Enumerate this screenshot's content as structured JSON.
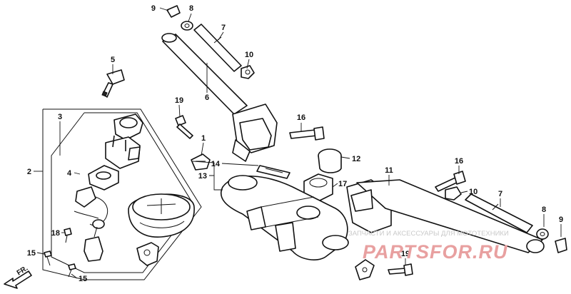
{
  "callouts": {
    "c1": "1",
    "c2": "2",
    "c3": "3",
    "c4": "4",
    "c5": "5",
    "c6": "6",
    "c7a": "7",
    "c7b": "7",
    "c8a": "8",
    "c8b": "8",
    "c9a": "9",
    "c9b": "9",
    "c10a": "10",
    "c10b": "10",
    "c11": "11",
    "c12": "12",
    "c13": "13",
    "c14": "14",
    "c15a": "15",
    "c15b": "15",
    "c16a": "16",
    "c16b": "16",
    "c17": "17",
    "c18": "18",
    "c19a": "19",
    "c19b": "19"
  },
  "direction_label": "FR.",
  "watermark": {
    "tagline": "ЗАПЧАСТИ И АКСЕССУАРЫ ДЛЯ МОТОТЕХНИКИ",
    "brand_parts": "PARTS",
    "brand_for": "FOR",
    "brand_ru": ".RU",
    "brand_color": "#e8a0a0",
    "tagline_color": "#c9c9c9"
  }
}
